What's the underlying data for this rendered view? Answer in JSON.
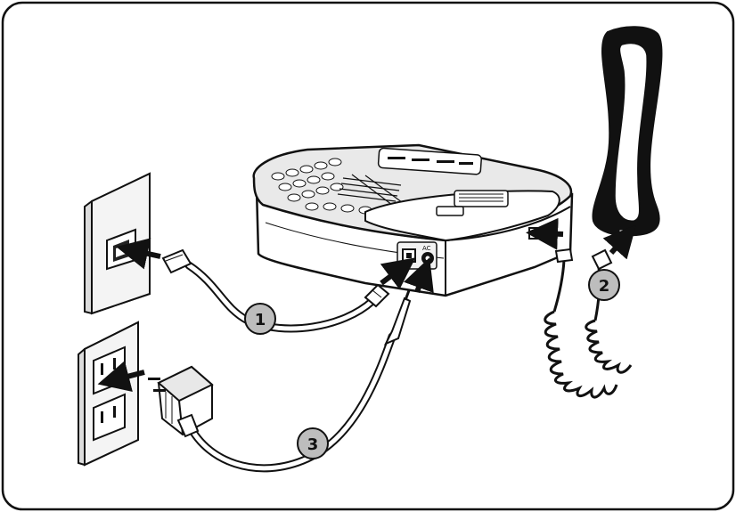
{
  "callouts": {
    "step1": "1",
    "step2": "2",
    "step3": "3"
  },
  "port_labels": {
    "ac": "AC"
  },
  "colors": {
    "line": "#111111",
    "callout_fill": "#bdbdbd",
    "shade": "#cfcfcf",
    "background": "#ffffff"
  }
}
